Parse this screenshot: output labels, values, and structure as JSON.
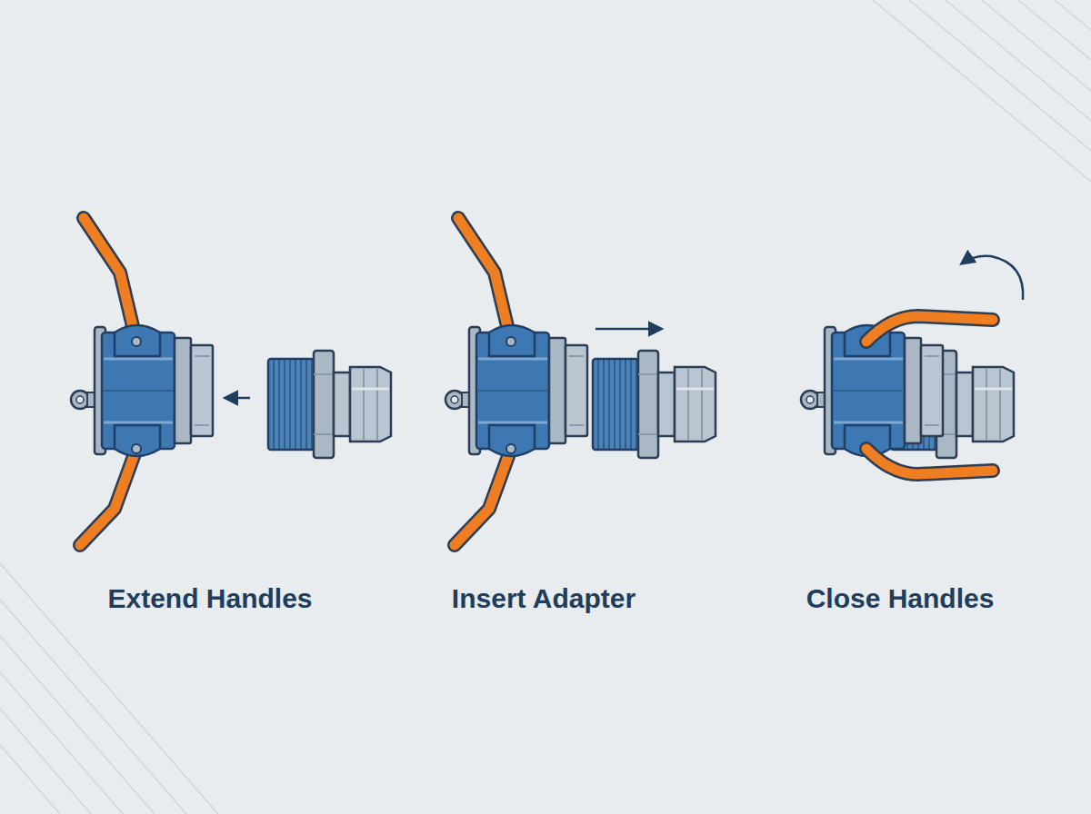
{
  "diagram": {
    "labels": [
      "Extend Handles",
      "Insert Adapter",
      "Close Handles"
    ]
  }
}
